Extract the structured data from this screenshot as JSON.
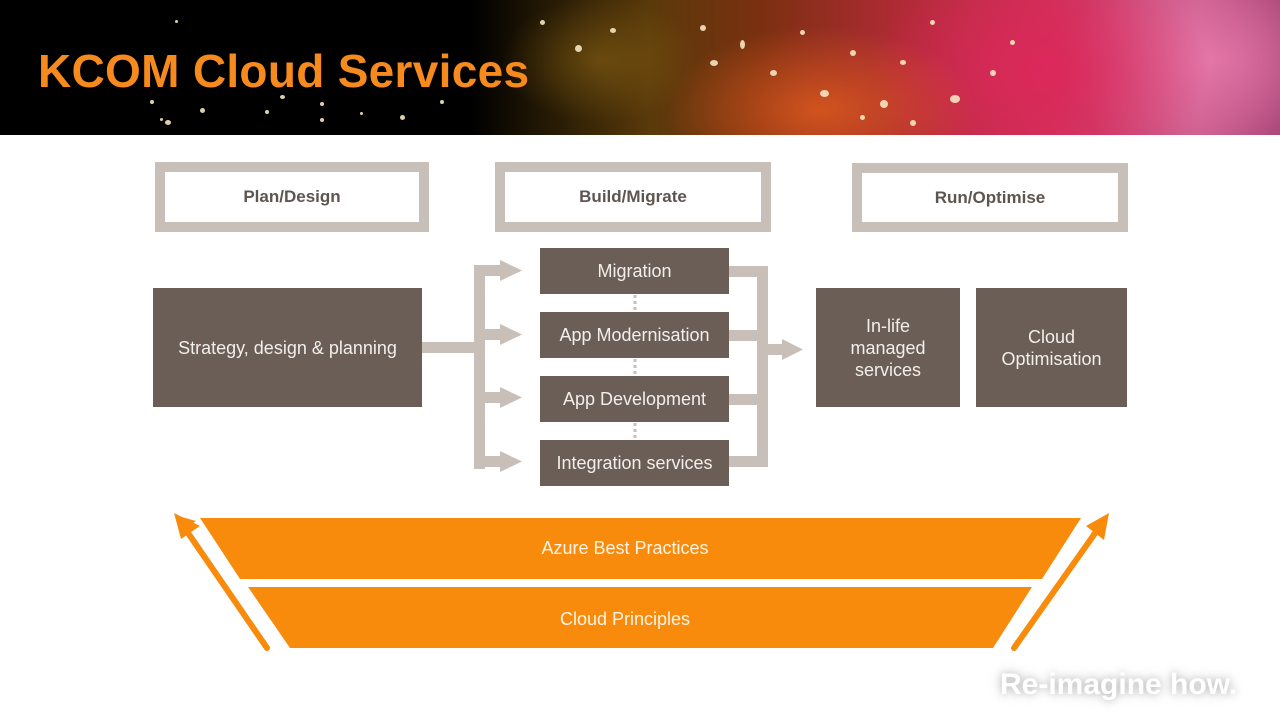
{
  "slide": {
    "title": "KCOM Cloud Services",
    "tagline": "Re-imagine how."
  },
  "colors": {
    "accent_orange": "#f78a1d",
    "box_dark": "#6b5e57",
    "phase_border": "#c8bfb9",
    "connector": "#c8bfb9",
    "band_orange": "#f98b0c"
  },
  "phases": [
    {
      "label": "Plan/Design"
    },
    {
      "label": "Build/Migrate"
    },
    {
      "label": "Run/Optimise"
    }
  ],
  "plan": {
    "box": "Strategy, design & planning"
  },
  "build": {
    "items": [
      {
        "label": "Migration"
      },
      {
        "label": "App Modernisation"
      },
      {
        "label": "App Development"
      },
      {
        "label": "Integration services"
      }
    ]
  },
  "run": {
    "items": [
      {
        "label": "In-life managed services",
        "lines": [
          "In-life",
          "managed",
          "services"
        ]
      },
      {
        "label": "Cloud Optimisation",
        "lines": [
          "Cloud",
          "Optimisation"
        ]
      }
    ]
  },
  "foundation": {
    "bands": [
      {
        "label": "Azure Best Practices"
      },
      {
        "label": "Cloud Principles"
      }
    ],
    "arrows": [
      "up-left-arrow",
      "up-right-arrow"
    ]
  }
}
